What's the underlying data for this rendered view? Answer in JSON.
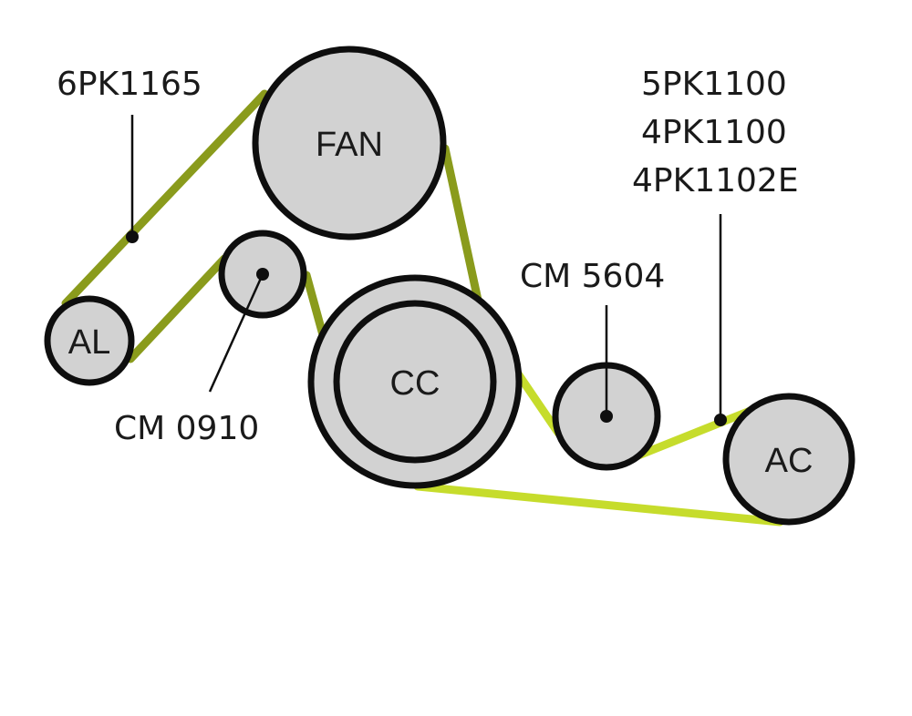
{
  "colors": {
    "belt_1": "#8a9b1c",
    "belt_2": "#c6dc2c",
    "pulley_fill": "#d2d2d2",
    "outline": "#0e0e0e",
    "text": "#1a1a1a"
  },
  "pulleys": {
    "fan": "FAN",
    "al": "AL",
    "cc": "CC",
    "ac": "AC"
  },
  "callouts": {
    "belt_left": "6PK1165",
    "idler_left": "CM 0910",
    "idler_right": "CM 5604",
    "belt_right": [
      "5PK1100",
      "4PK1100",
      "4PK1102E"
    ]
  }
}
